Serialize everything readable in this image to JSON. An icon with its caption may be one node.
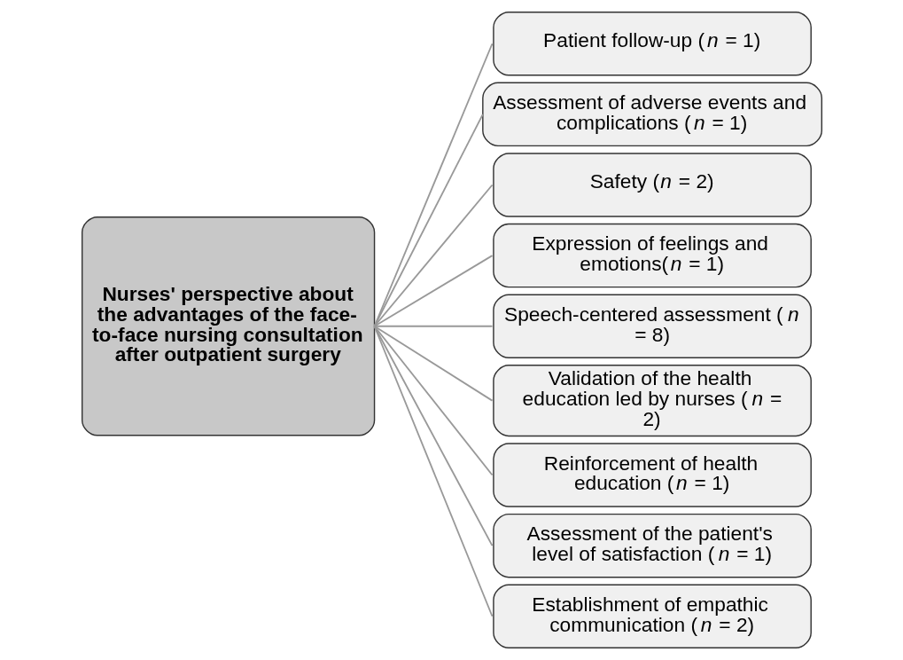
{
  "diagram": {
    "nodes": [
      {
        "text": [
          "Nurses' perspective about the advantages of the face-to-face nursing consultation after outpatient surgery"
        ]
      },
      {
        "text": [
          "Patient follow-up (*n* = 1)"
        ]
      },
      {
        "text": [
          "Assessment of adverse events and complications (*n* = 1)"
        ]
      },
      {
        "text": [
          "Safety (*n* = 2)"
        ]
      },
      {
        "text": [
          "Expression of feelings and emotions(*n* = 1)"
        ]
      },
      {
        "text": [
          "Speech-centered assessment (*n* = 8)"
        ]
      },
      {
        "text": [
          "Validation of the health education led by nurses (*n* = 2)"
        ]
      },
      {
        "text": [
          "Reinforcement of health education (*n* = 1)"
        ]
      },
      {
        "text": [
          "Assessment of the patient's level of satisfaction (*n* = 1)"
        ]
      },
      {
        "text": [
          "Establishment of empathic communication (*n* = 2)"
        ]
      }
    ],
    "edges": [
      {
        "from": 0,
        "to": 1,
        "arrow": "none"
      },
      {
        "from": 0,
        "to": 2,
        "arrow": "none"
      },
      {
        "from": 0,
        "to": 3,
        "arrow": "none"
      },
      {
        "from": 0,
        "to": 4,
        "arrow": "none"
      },
      {
        "from": 0,
        "to": 5,
        "arrow": "none"
      },
      {
        "from": 0,
        "to": 6,
        "arrow": "none"
      },
      {
        "from": 0,
        "to": 7,
        "arrow": "none"
      },
      {
        "from": 0,
        "to": 8,
        "arrow": "none"
      },
      {
        "from": 0,
        "to": 9,
        "arrow": "none"
      }
    ]
  }
}
